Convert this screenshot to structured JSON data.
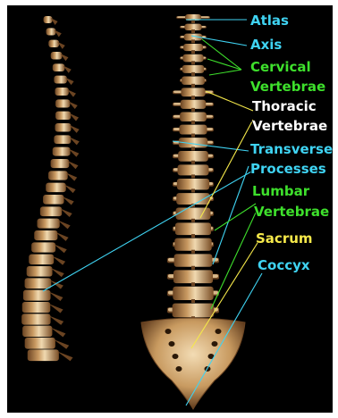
{
  "colors": {
    "background": "#000000",
    "bone": "#d9b98a",
    "bone_shadow": "#6b4422",
    "cyan_label": "#3fd3f2",
    "green_label": "#3ee02c",
    "yellow_label": "#f5e84a",
    "white_label": "#ffffff"
  },
  "labels": {
    "atlas": "Atlas",
    "axis": "Axis",
    "cervical_line1": "Cervical",
    "cervical_line2": "Vertebrae",
    "thoracic_line1": "Thoracic",
    "thoracic_line2": "Vertebrae",
    "transverse_line1": "Transverse",
    "transverse_line2": "Processes",
    "lumbar_line1": "Lumbar",
    "lumbar_line2": "Vertebrae",
    "sacrum": "Sacrum",
    "coccyx": "Coccyx"
  }
}
